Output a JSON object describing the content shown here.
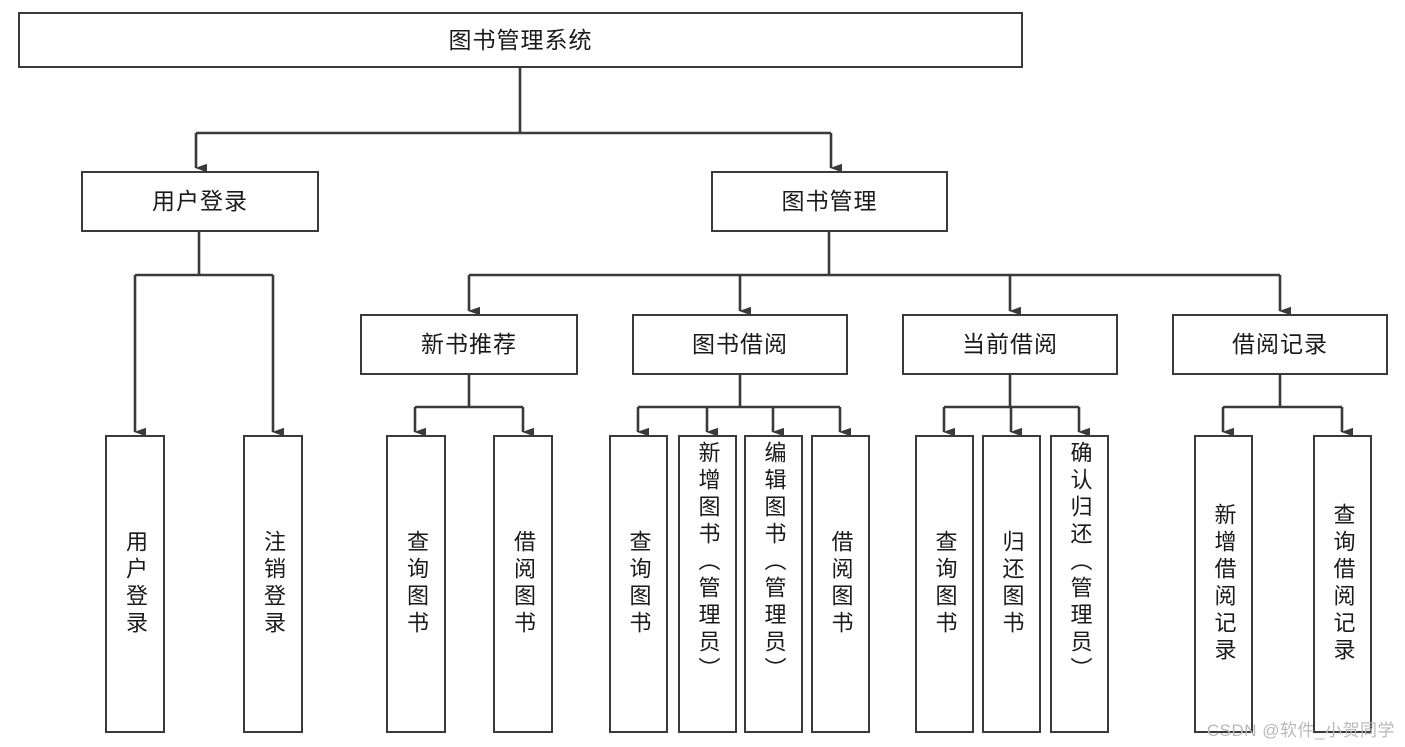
{
  "diagram": {
    "title": "图书管理系统",
    "type": "tree-hierarchy-diagram",
    "root": {
      "id": "root",
      "label": "图书管理系统"
    },
    "level1": [
      {
        "id": "user-login",
        "label": "用户登录"
      },
      {
        "id": "book-management",
        "label": "图书管理"
      }
    ],
    "level2": [
      {
        "id": "new-book-recommend",
        "label": "新书推荐",
        "parent": "book-management"
      },
      {
        "id": "book-borrow",
        "label": "图书借阅",
        "parent": "book-management"
      },
      {
        "id": "current-borrow",
        "label": "当前借阅",
        "parent": "book-management"
      },
      {
        "id": "borrow-record",
        "label": "借阅记录",
        "parent": "book-management"
      }
    ],
    "leaves": [
      {
        "id": "leaf-user-login",
        "label": "用户登录",
        "parent": "user-login"
      },
      {
        "id": "leaf-logout",
        "label": "注销登录",
        "parent": "user-login"
      },
      {
        "id": "leaf-query-book-1",
        "label": "查询图书",
        "parent": "new-book-recommend"
      },
      {
        "id": "leaf-borrow-book-1",
        "label": "借阅图书",
        "parent": "new-book-recommend"
      },
      {
        "id": "leaf-query-book-2",
        "label": "查询图书",
        "parent": "book-borrow"
      },
      {
        "id": "leaf-add-book",
        "label": "新增图书（管理员）",
        "parent": "book-borrow"
      },
      {
        "id": "leaf-edit-book",
        "label": "编辑图书（管理员）",
        "parent": "book-borrow"
      },
      {
        "id": "leaf-borrow-book-2",
        "label": "借阅图书",
        "parent": "book-borrow"
      },
      {
        "id": "leaf-query-book-3",
        "label": "查询图书",
        "parent": "current-borrow"
      },
      {
        "id": "leaf-return-book",
        "label": "归还图书",
        "parent": "current-borrow"
      },
      {
        "id": "leaf-confirm-return",
        "label": "确认归还（管理员）",
        "parent": "current-borrow"
      },
      {
        "id": "leaf-add-record",
        "label": "新增借阅记录",
        "parent": "borrow-record"
      },
      {
        "id": "leaf-query-record",
        "label": "查询借阅记录",
        "parent": "borrow-record"
      }
    ],
    "colors": {
      "stroke": "#3a3a3a",
      "text": "#1a1a1a",
      "background": "#ffffff",
      "watermark": "#b9b9b9"
    }
  },
  "watermark": {
    "text": "CSDN @软件_小贺同学"
  }
}
